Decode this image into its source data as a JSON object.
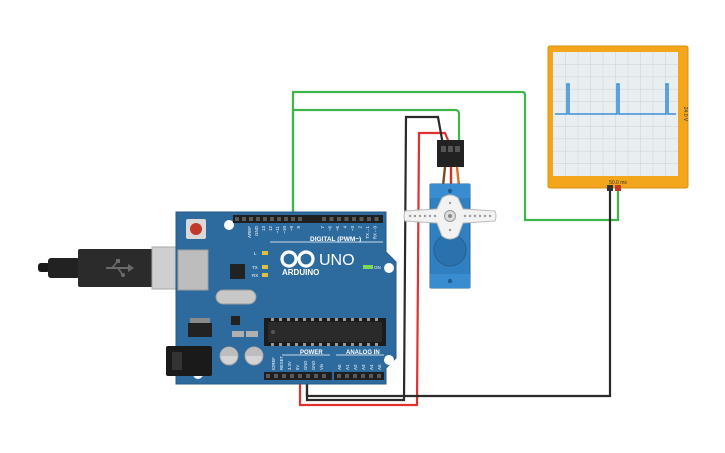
{
  "arduino": {
    "brand": "ARDUINO",
    "model": "UNO",
    "digital_label": "DIGITAL (PWM~)",
    "power_label": "POWER",
    "analog_label": "ANALOG IN",
    "on_label": "ON",
    "led_l": "L",
    "led_tx": "TX",
    "led_rx": "RX",
    "digital_pins": [
      "AREF",
      "GND",
      "13",
      "12",
      "~11",
      "~10",
      "~9",
      "8",
      "7",
      "~6",
      "~5",
      "4",
      "~3",
      "2",
      "TX→1",
      "RX←0"
    ],
    "power_pins": [
      "IOREF",
      "RESET",
      "3.3V",
      "5V",
      "GND",
      "GND",
      "Vin"
    ],
    "analog_pins": [
      "A0",
      "A1",
      "A2",
      "A3",
      "A4",
      "A5"
    ]
  },
  "oscilloscope": {
    "time_label": "50.0 ms",
    "volt_label": "24.0 V"
  },
  "colors": {
    "board": "#2d6b9f",
    "servo": "#2f7fc1",
    "scope_frame": "#f3a51c",
    "wire_green": "#3db54a",
    "wire_red": "#e03030",
    "wire_black": "#2a2a2a",
    "trace": "#3a8fd6"
  }
}
